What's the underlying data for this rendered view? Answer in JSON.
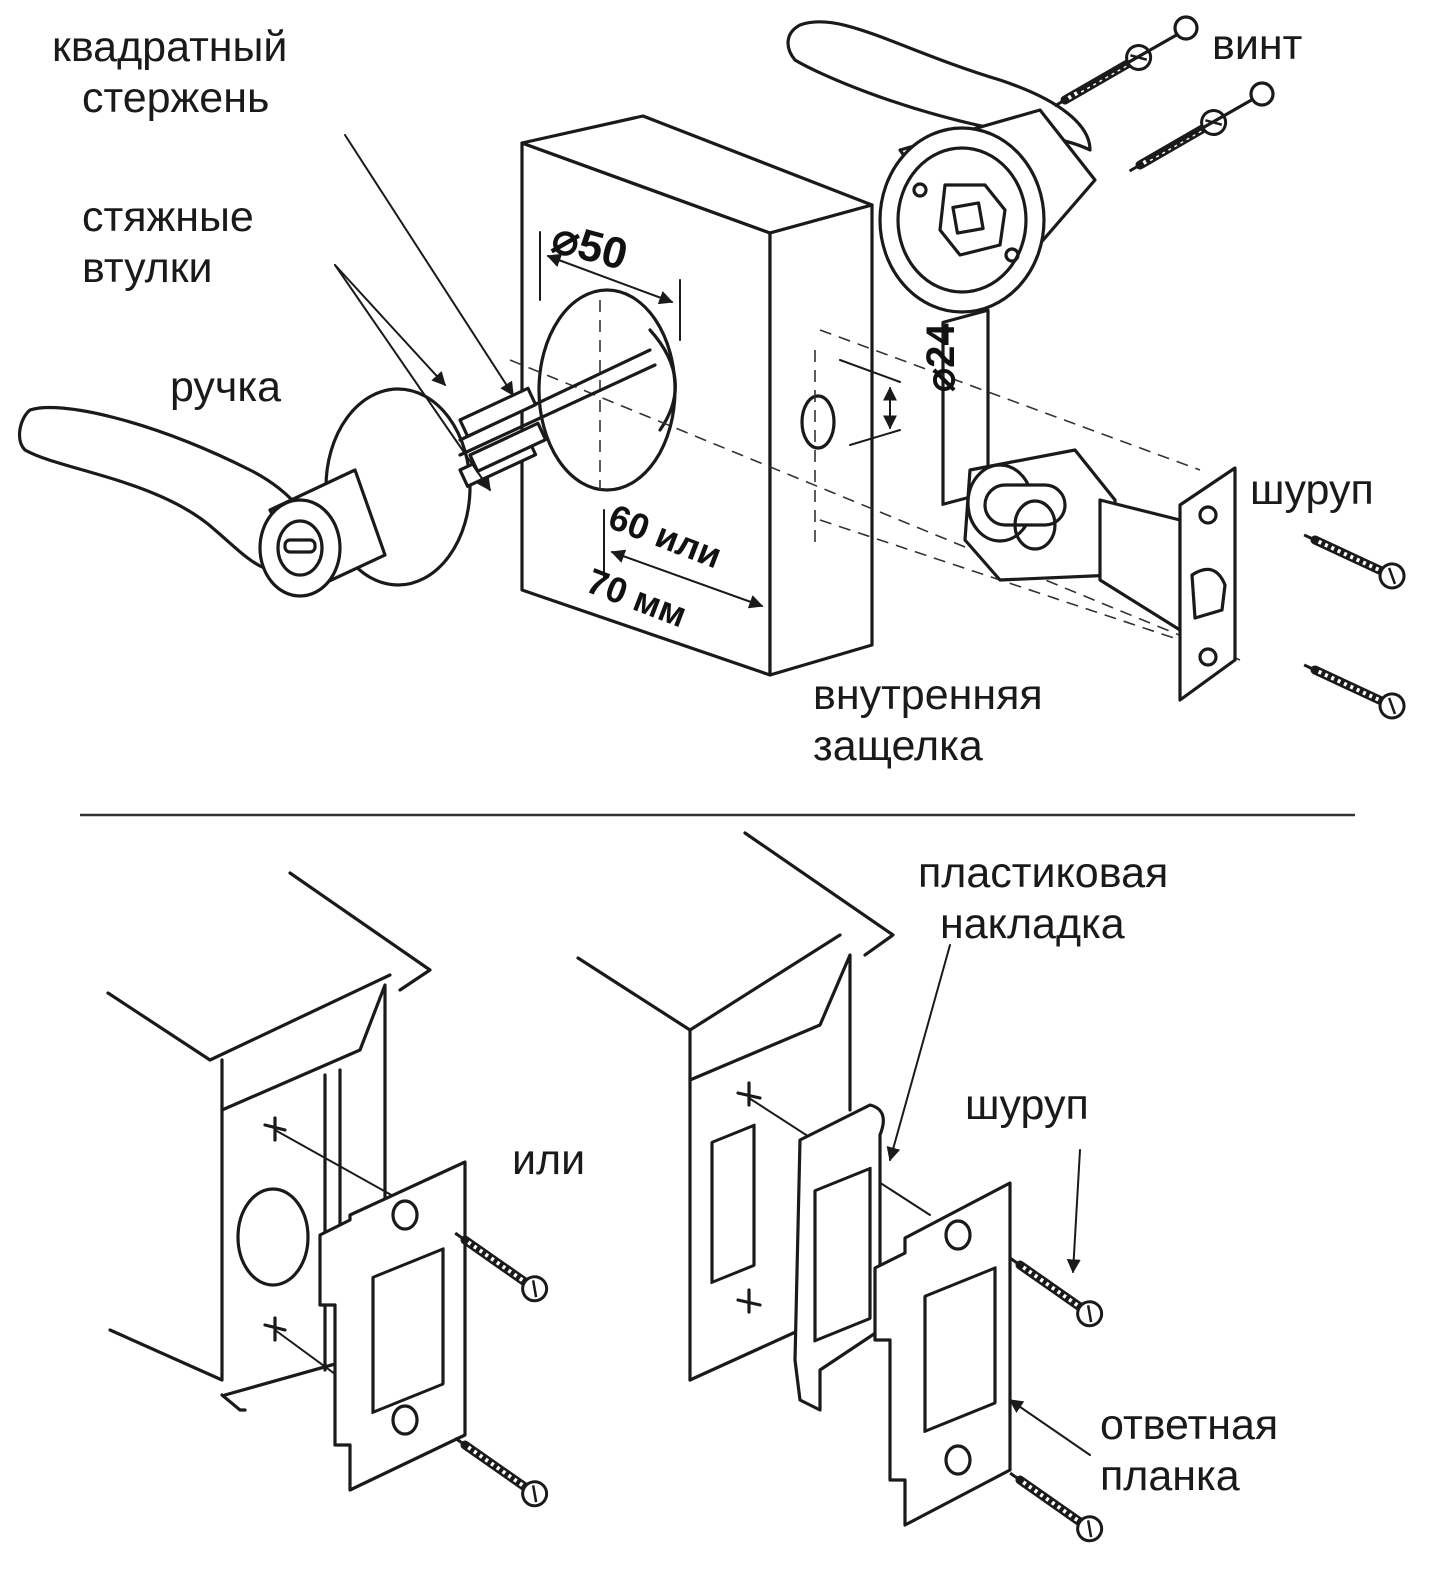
{
  "labels": {
    "square_rod": [
      "квадратный",
      "стержень"
    ],
    "tie_bushings": [
      "стяжные",
      "втулки"
    ],
    "handle": "ручка",
    "screw_top": "винт",
    "wood_screw_top": "шуруп",
    "inner_latch": [
      "внутренняя",
      "защелка"
    ],
    "or": "или",
    "plastic_cover": [
      "пластиковая",
      "накладка"
    ],
    "wood_screw_bottom": "шуруп",
    "strike_plate": [
      "ответная",
      "планка"
    ]
  },
  "dimensions": {
    "hole_diameter": "⌀50",
    "latch_hole_diameter": "⌀24",
    "backset": [
      "60 или",
      "70 мм"
    ]
  },
  "colors": {
    "line": "#1a1a1a",
    "background": "#ffffff"
  }
}
